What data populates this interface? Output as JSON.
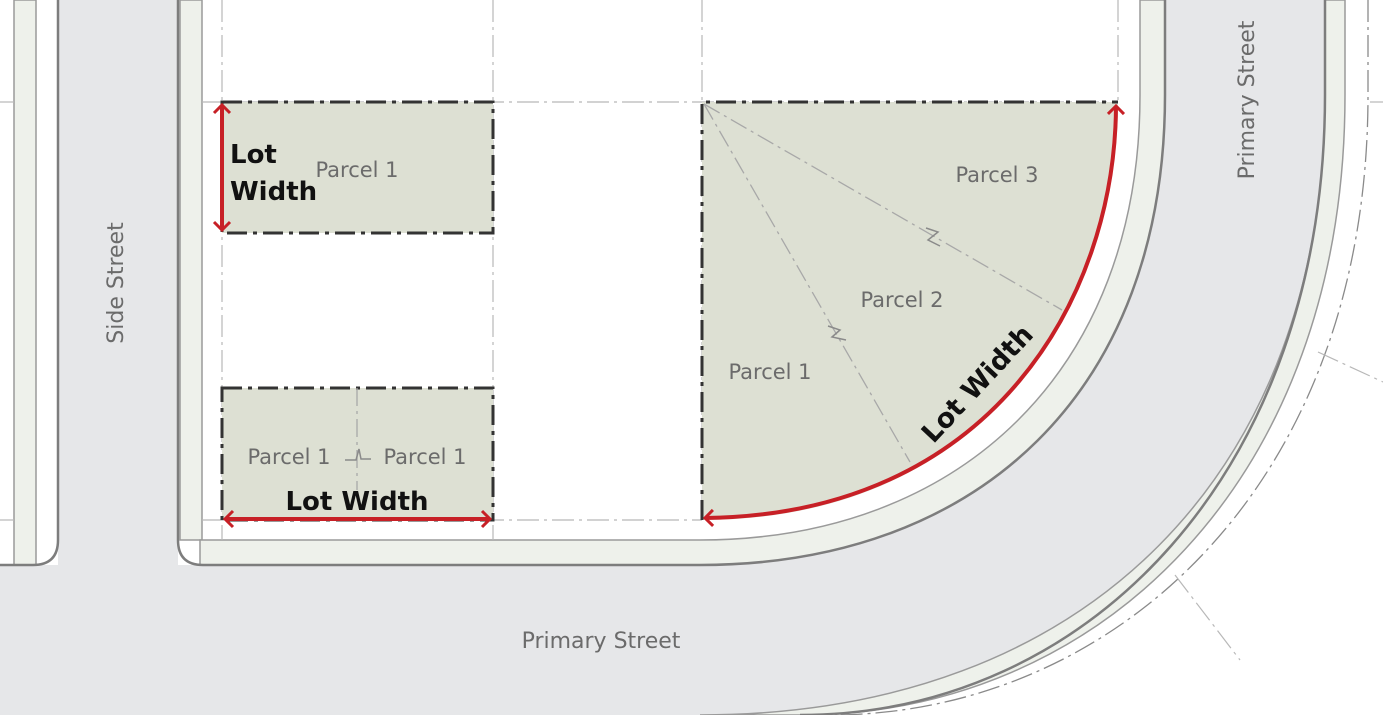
{
  "streets": {
    "primary_bottom": "Primary Street",
    "primary_right": "Primary Street",
    "side": "Side Street"
  },
  "lot_a": {
    "parcel": "Parcel 1",
    "lot_width_line1": "Lot",
    "lot_width_line2": "Width"
  },
  "lot_b": {
    "parcel_left": "Parcel 1",
    "parcel_right": "Parcel 1",
    "lot_width": "Lot Width"
  },
  "corner_lot": {
    "parcel_1": "Parcel 1",
    "parcel_2": "Parcel 2",
    "parcel_3": "Parcel 3",
    "lot_width": "Lot Width"
  },
  "colors": {
    "street_fill": "#e6e7e9",
    "sidewalk_fill": "#eef1eb",
    "parcel_fill": "#dde0d3",
    "lot_width_arrow": "#c72026",
    "curb_line": "#8a8a8a",
    "lot_boundary": "#333333"
  }
}
